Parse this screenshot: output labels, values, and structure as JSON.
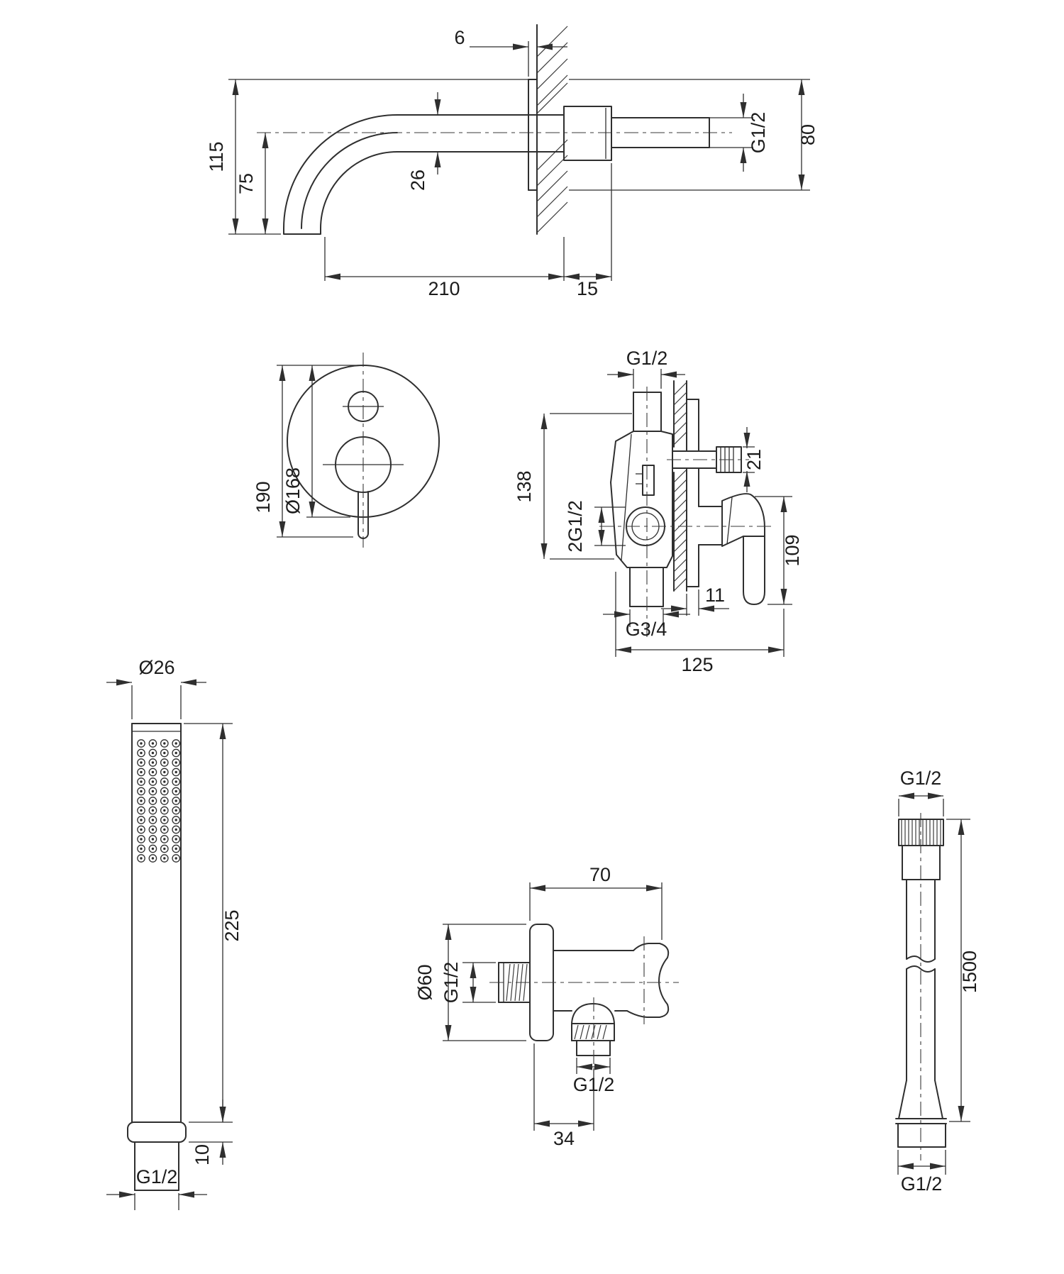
{
  "canvas": {
    "background": "#ffffff",
    "line_color": "#2f2f2f",
    "text_color": "#1c1c1c"
  },
  "spout_view": {
    "dims": {
      "total_height": "115",
      "spout_drop": "75",
      "w6": "6",
      "pipe_diameter": "26",
      "connection_thread": "G1/2",
      "plate_height": "80",
      "spout_reach": "210",
      "wall_inset": "15"
    }
  },
  "mixer_front_view": {
    "dims": {
      "plate_with_lever": "190",
      "plate_diameter": "Ø168"
    }
  },
  "mixer_side_view": {
    "dims": {
      "inlet_thread": "G1/2",
      "body_height": "138",
      "side_connections": "2G1/2",
      "diverter_knob": "21",
      "handle_length": "109",
      "plate_gap": "11",
      "bottom_thread": "G3/4",
      "total_depth": "125"
    }
  },
  "hand_shower_view": {
    "dims": {
      "head_diameter": "Ø26",
      "total_length": "225",
      "ring_height": "10",
      "thread": "G1/2"
    }
  },
  "wall_elbow_view": {
    "dims": {
      "depth": "70",
      "flange_diameter": "Ø60",
      "inlet_thread": "G1/2",
      "outlet_thread": "G1/2",
      "outlet_offset": "34"
    }
  },
  "hose_view": {
    "dims": {
      "top_thread": "G1/2",
      "length": "1500",
      "bottom_thread": "G1/2"
    }
  }
}
